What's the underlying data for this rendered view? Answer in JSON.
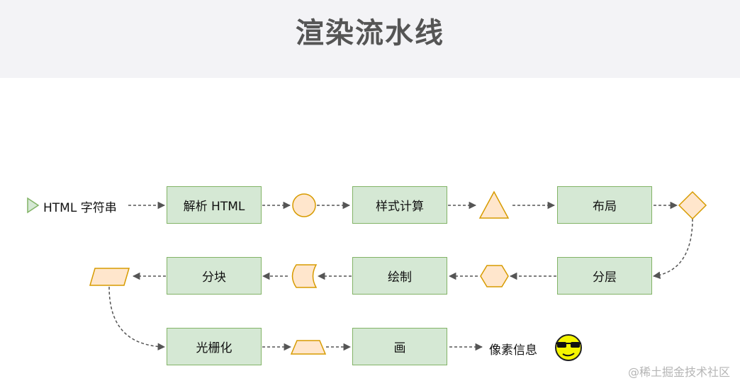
{
  "title": "渲染流水线",
  "input_label": "HTML  字符串",
  "steps": {
    "parse": "解析 HTML",
    "style": "样式计算",
    "layout": "布局",
    "layer": "分层",
    "paint": "绘制",
    "tile": "分块",
    "raster": "光栅化",
    "draw": "画"
  },
  "output_label": "像素信息",
  "watermark": "@稀土掘金技术社区",
  "colors": {
    "box_fill": "#d5e8d4",
    "box_border": "#82b366",
    "shape_fill": "#ffe6cc",
    "shape_border": "#d79b00",
    "arrow": "#555555",
    "header_bg": "#f3f3f6",
    "emoji_face": "#f5f500"
  },
  "icons": [
    "play-triangle-icon",
    "sunglasses-emoji-icon"
  ]
}
